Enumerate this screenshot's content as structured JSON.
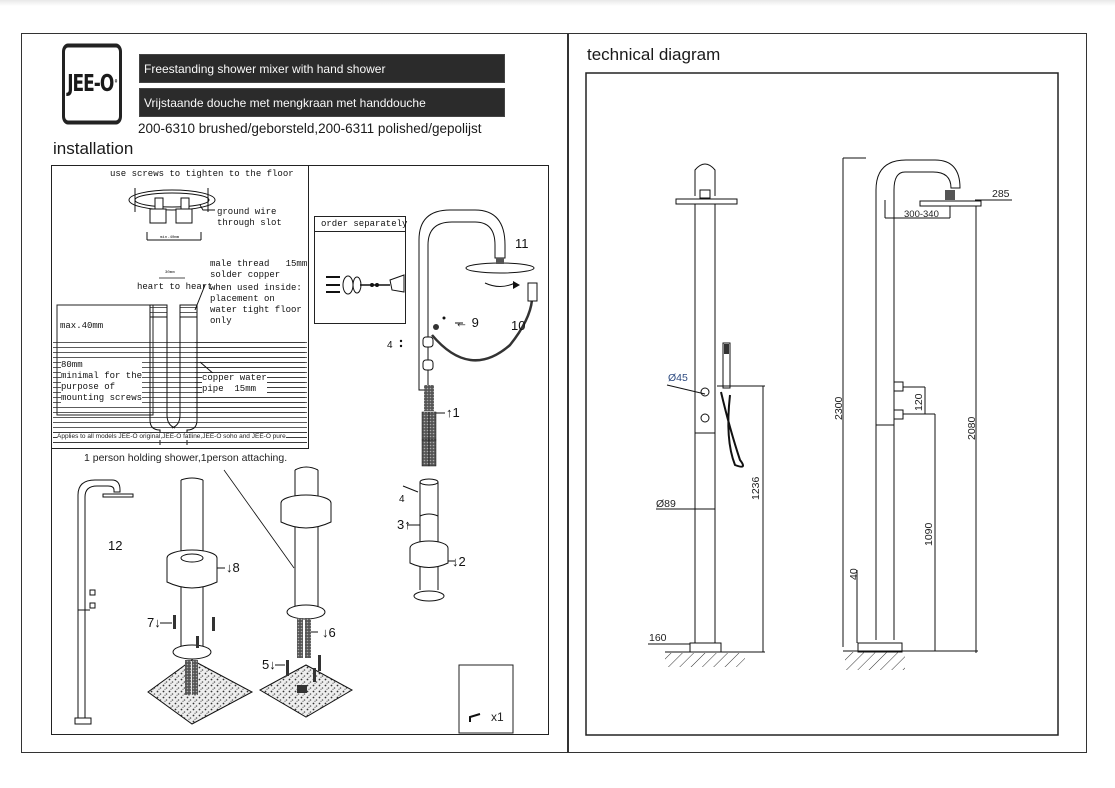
{
  "brand": {
    "logo_text": "JEE-O",
    "logo_mark": "°"
  },
  "header": {
    "title_en": "Freestanding shower mixer with hand shower",
    "title_nl": "Vrijstaande douche met mengkraan met handdouche",
    "models": "200-6310 brushed/geborsteld,200-6311 polished/gepolijst"
  },
  "installation": {
    "section_title": "installation",
    "floor_detail": {
      "screws_note": "use screws to tighten to the floor",
      "ground_wire": "ground wire\nthrough slot",
      "min_width": "min.40mm",
      "spacing_mm": "30mm",
      "heart_to_heart": "heart to heart",
      "male_thread": "male thread   15mm\nsolder copper",
      "inside_note": "when used inside:\nplacement on\nwater tight floor\nonly",
      "max_depth": "max.40mm",
      "min_depth": "80mm\nminimal for the\npurpose of\nmounting screws",
      "copper_pipe": "copper water\npipe  15mm",
      "applies_note": "Applies to all models JEE-O original,JEE-O fatline,JEE-O soho and JEE-O pure"
    },
    "order_separately": "order separately",
    "assembly_note": "1 person holding shower,1person attaching.",
    "part_labels": {
      "p1": "1",
      "p2": "2",
      "p3": "3",
      "p4": "4",
      "p5": "5",
      "p6": "6",
      "p7": "7",
      "p8": "8",
      "p9": "9",
      "p10": "10",
      "p11": "11",
      "p12": "12"
    },
    "tool_box": {
      "icon": "allen-key",
      "quantity": "x1"
    }
  },
  "technical": {
    "section_title": "technical diagram",
    "front_view": {
      "diameter_valve": "Ø45",
      "diameter_pipe": "Ø89",
      "base_width": "160",
      "handshower_height": "1236"
    },
    "side_view": {
      "head_diameter": "285",
      "reach": "300-340",
      "total_height": "2300",
      "valve_spacing": "120",
      "head_height": "2080",
      "valve_height": "1090",
      "base_height": "40"
    }
  }
}
